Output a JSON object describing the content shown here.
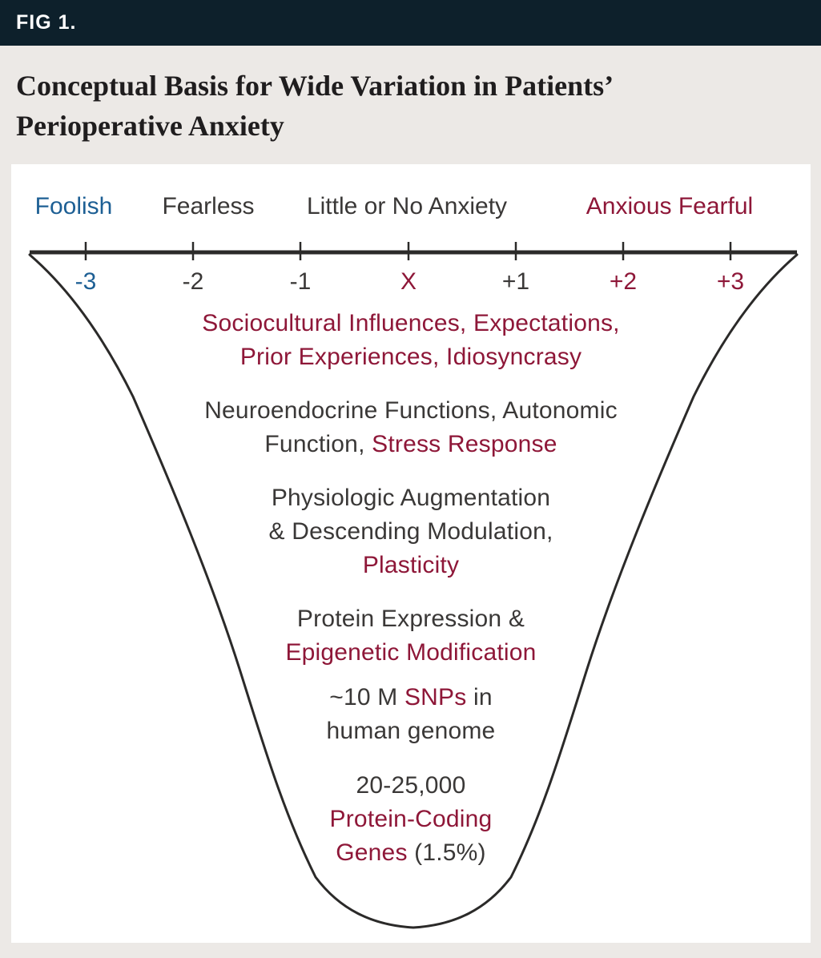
{
  "figure_label": "FIG 1.",
  "title": "Conceptual Basis for Wide Variation in Patients’\nPerioperative Anxiety",
  "colors": {
    "header_bg": "#0d202b",
    "page_bg": "#ece9e6",
    "panel_bg": "#ffffff",
    "dark_text": "#3a3837",
    "accent_blue": "#1d5f94",
    "accent_maroon": "#8e1738",
    "curve_stroke": "#2b2a29"
  },
  "spectrum_labels": [
    {
      "text": "Foolish",
      "color": "#1d5f94"
    },
    {
      "text": "Fearless",
      "color": "#3a3837"
    },
    {
      "text": "Little or No Anxiety",
      "color": "#3a3837"
    },
    {
      "text": "Anxious Fearful",
      "color": "#8e1738"
    }
  ],
  "axis_ticks": [
    {
      "label": "-3",
      "color": "#1d5f94"
    },
    {
      "label": "-2",
      "color": "#3a3837"
    },
    {
      "label": "-1",
      "color": "#3a3837"
    },
    {
      "label": "X",
      "color": "#8e1738"
    },
    {
      "label": "+1",
      "color": "#3a3837"
    },
    {
      "label": "+2",
      "color": "#8e1738"
    },
    {
      "label": "+3",
      "color": "#8e1738"
    }
  ],
  "funnel_levels": [
    {
      "line1": "Sociocultural Influences, Expectations,",
      "line2": "Prior Experiences, Idiosyncrasy"
    },
    {
      "line1": "Neuroendocrine Functions, Autonomic",
      "line2_start": "Function, ",
      "line2_em": "Stress Response"
    },
    {
      "line1": "Physiologic Augmentation",
      "line2": "& Descending Modulation,",
      "line3_em": "Plasticity"
    },
    {
      "line1": "Protein Expression &",
      "line2_em": "Epigenetic Modification"
    },
    {
      "line1_start": "~10 M ",
      "line1_em": "SNPs",
      "line1_end": " in",
      "line2": "human genome"
    },
    {
      "line1": "20-25,000",
      "line2_em": "Protein-Coding",
      "line3_em": "Genes",
      "line3_end": " (1.5%)"
    }
  ]
}
